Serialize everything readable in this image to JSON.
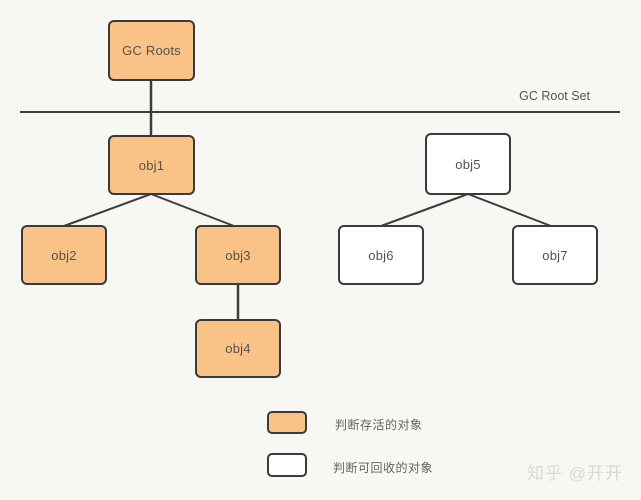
{
  "diagram": {
    "title_line_label": "GC Root Set",
    "nodes": [
      {
        "id": "gc-roots",
        "label": "GC Roots",
        "type": "alive"
      },
      {
        "id": "obj1",
        "label": "obj1",
        "type": "alive"
      },
      {
        "id": "obj2",
        "label": "obj2",
        "type": "alive"
      },
      {
        "id": "obj3",
        "label": "obj3",
        "type": "alive"
      },
      {
        "id": "obj4",
        "label": "obj4",
        "type": "alive"
      },
      {
        "id": "obj5",
        "label": "obj5",
        "type": "recyclable"
      },
      {
        "id": "obj6",
        "label": "obj6",
        "type": "recyclable"
      },
      {
        "id": "obj7",
        "label": "obj7",
        "type": "recyclable"
      }
    ],
    "edges": [
      {
        "from": "gc-roots",
        "to": "obj1"
      },
      {
        "from": "obj1",
        "to": "obj2"
      },
      {
        "from": "obj1",
        "to": "obj3"
      },
      {
        "from": "obj3",
        "to": "obj4"
      },
      {
        "from": "obj5",
        "to": "obj6"
      },
      {
        "from": "obj5",
        "to": "obj7"
      }
    ]
  },
  "legend": {
    "alive_label": "判断存活的对象",
    "recyclable_label": "判断可回收的对象"
  },
  "watermark": "知乎 @开开",
  "colors": {
    "background": "#f7f7f4",
    "alive_fill": "#f9c387",
    "recyclable_fill": "#ffffff",
    "border": "#3a3a3a",
    "line": "#3d3d3d",
    "watermark_text": "#d9d9d6"
  }
}
